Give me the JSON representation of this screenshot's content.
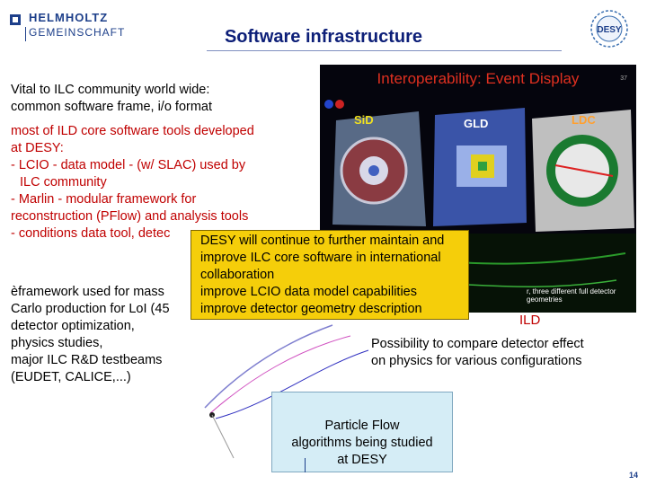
{
  "header": {
    "org_line1": "HELMHOLTZ",
    "org_line2": "GEMEINSCHAFT",
    "title": "Software infrastructure",
    "desy_logo_text": "DESY"
  },
  "left_text": {
    "p1_l1": "Vital to ILC community world wide:",
    "p1_l2": "common software frame, i/o format",
    "p2_l1": "most of ILD core software tools developed",
    "p2_l2": "at DESY:",
    "p2_l3_a": "- ",
    "p2_l3_b": "LCIO",
    "p2_l3_c": " - data model - (w/ SLAC) used by",
    "p2_l4": "ILC community",
    "p2_l5_a": "- ",
    "p2_l5_b": "Marlin",
    "p2_l5_c": " - modular framework for",
    "p2_l6": "reconstruction (PFlow) and analysis tools",
    "p2_l7": "- conditions data tool, detec",
    "p3_l1": "èframework used for mass",
    "p3_l2": "Carlo production for LoI (45",
    "p3_l3": "detector optimization,",
    "p3_l4": "physics studies,",
    "p3_l5": "major ILC R&D testbeams",
    "p3_l6": "(EUDET, CALICE,...)"
  },
  "event_display": {
    "title": "Interoperability: Event Display",
    "page": "37",
    "det1": "SiD",
    "det2": "GLD",
    "det3": "LDC",
    "caption": "r, three different full detector geometries"
  },
  "callout": {
    "l1": "DESY will continue to further maintain and",
    "l2": "improve ILC core software in international",
    "l3": "collaboration",
    "l4": "improve LCIO data model capabilities",
    "l5": "improve detector geometry description"
  },
  "ild": {
    "label": "ILD",
    "note_l1": "Possibility to compare detector effect",
    "note_l2": "on physics for various configurations"
  },
  "pflow": {
    "l1": "Particle Flow",
    "l2": "algorithms being studied",
    "l3": "at DESY"
  },
  "footer": {
    "page_number": "14"
  },
  "colors": {
    "title": "#0d1f78",
    "highlight_red": "#c00000",
    "callout_bg": "#f5ce0a",
    "pflow_bg": "#d5edf6"
  }
}
